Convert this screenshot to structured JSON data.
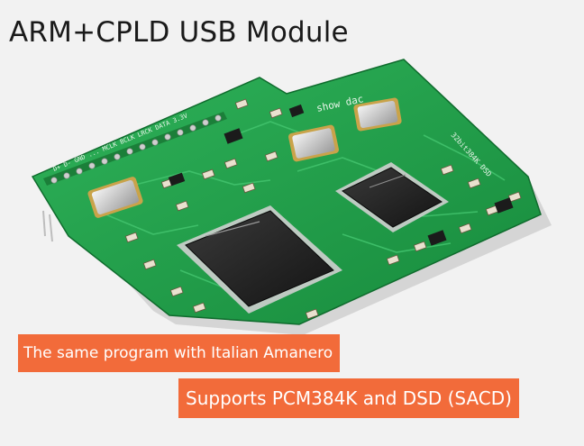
{
  "title": "ARM+CPLD USB Module",
  "banners": [
    "The same program with Italian Amanero",
    "Supports PCM384K and DSD (SACD)"
  ],
  "board": {
    "silkscreen_brand": "show dac",
    "silkscreen_format": "32bit384K DSD",
    "pin_labels": "D+ D- GND ... MCLK BCLK LRCK DATA 3.3V",
    "board_color": "#1f9a46",
    "trace_color": "#3fc06a",
    "background_color": "#f2f2f2",
    "banner_color": "#f26b3a"
  }
}
